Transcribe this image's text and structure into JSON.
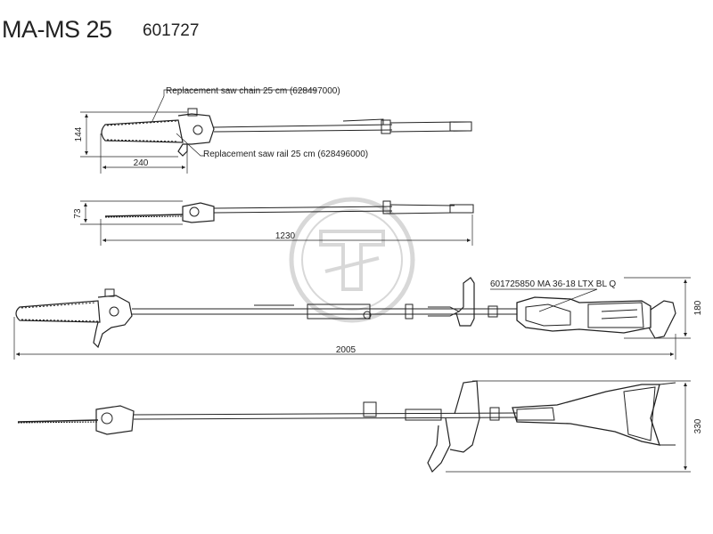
{
  "header": {
    "model": "MA-MS 25",
    "part_number": "601727"
  },
  "callouts": {
    "saw_chain": "Replacement saw chain 25 cm (628497000)",
    "saw_rail": "Replacement saw rail 25 cm (628496000)",
    "battery_unit": "601725850 MA 36-18 LTX BL Q"
  },
  "dimensions": {
    "height_head": "144",
    "width_head": "240",
    "height_slim": "73",
    "length_head": "1230",
    "height_power": "180",
    "length_total": "2005",
    "height_total": "330"
  },
  "colors": {
    "line": "#222222",
    "watermark": "#d9d9d9"
  }
}
